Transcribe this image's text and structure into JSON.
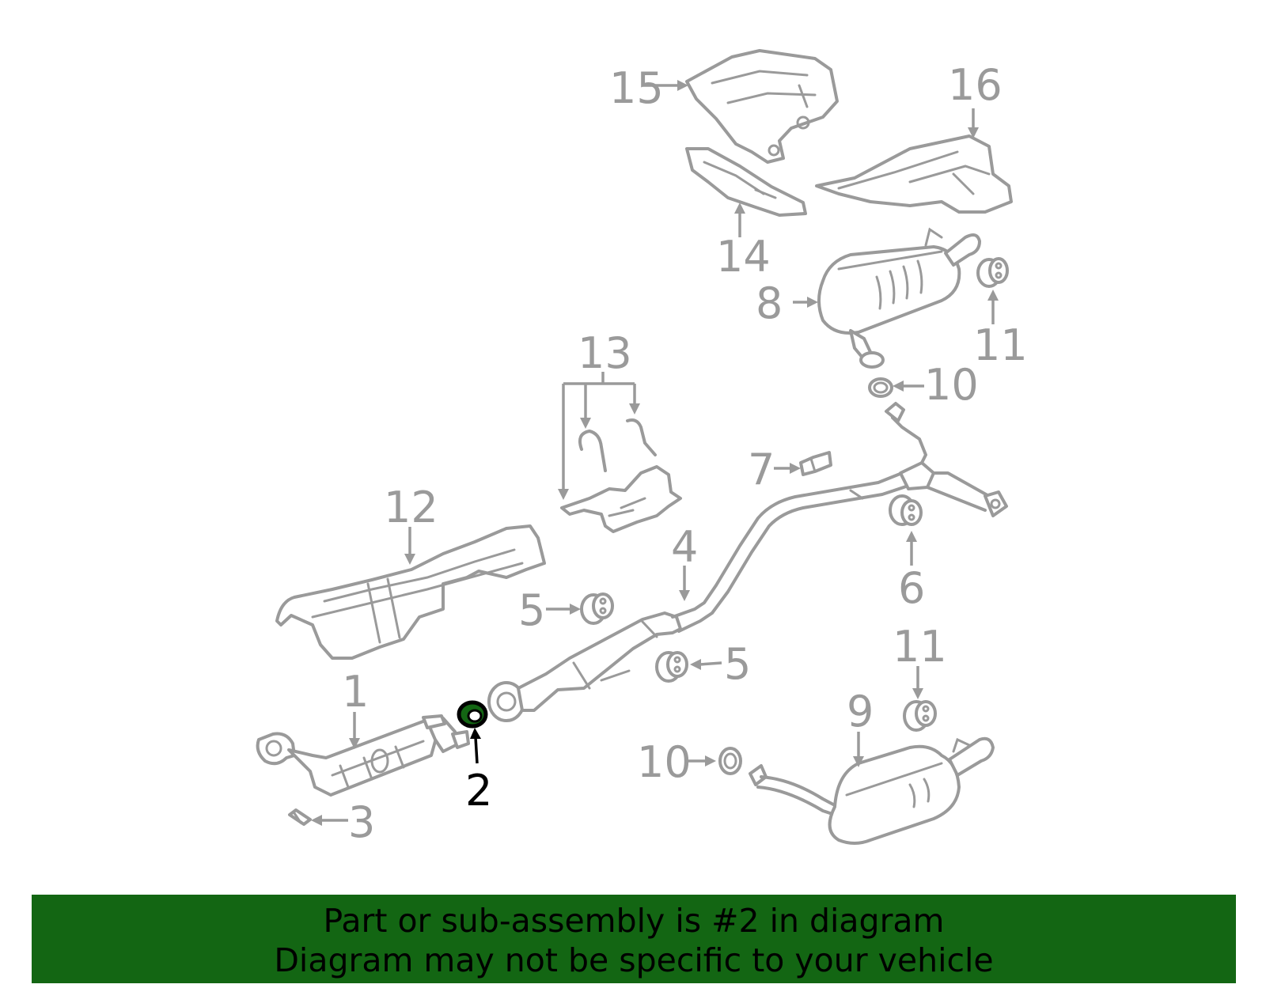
{
  "callouts": {
    "c1": "1",
    "c2": "2",
    "c3": "3",
    "c4": "4",
    "c5a": "5",
    "c5b": "5",
    "c6": "6",
    "c7": "7",
    "c8": "8",
    "c9": "9",
    "c10a": "10",
    "c10b": "10",
    "c11a": "11",
    "c11b": "11",
    "c12": "12",
    "c13": "13",
    "c14": "14",
    "c15": "15",
    "c16": "16"
  },
  "highlighted_part": "2",
  "colors": {
    "outline": "#9a9a9a",
    "highlight": "#000000",
    "highlight_fill": "#136613",
    "banner_background": "#136613",
    "banner_text": "#000000"
  },
  "banner": {
    "line1": "Part or sub-assembly is #2 in diagram",
    "line2": "Diagram may not be specific to your vehicle"
  }
}
